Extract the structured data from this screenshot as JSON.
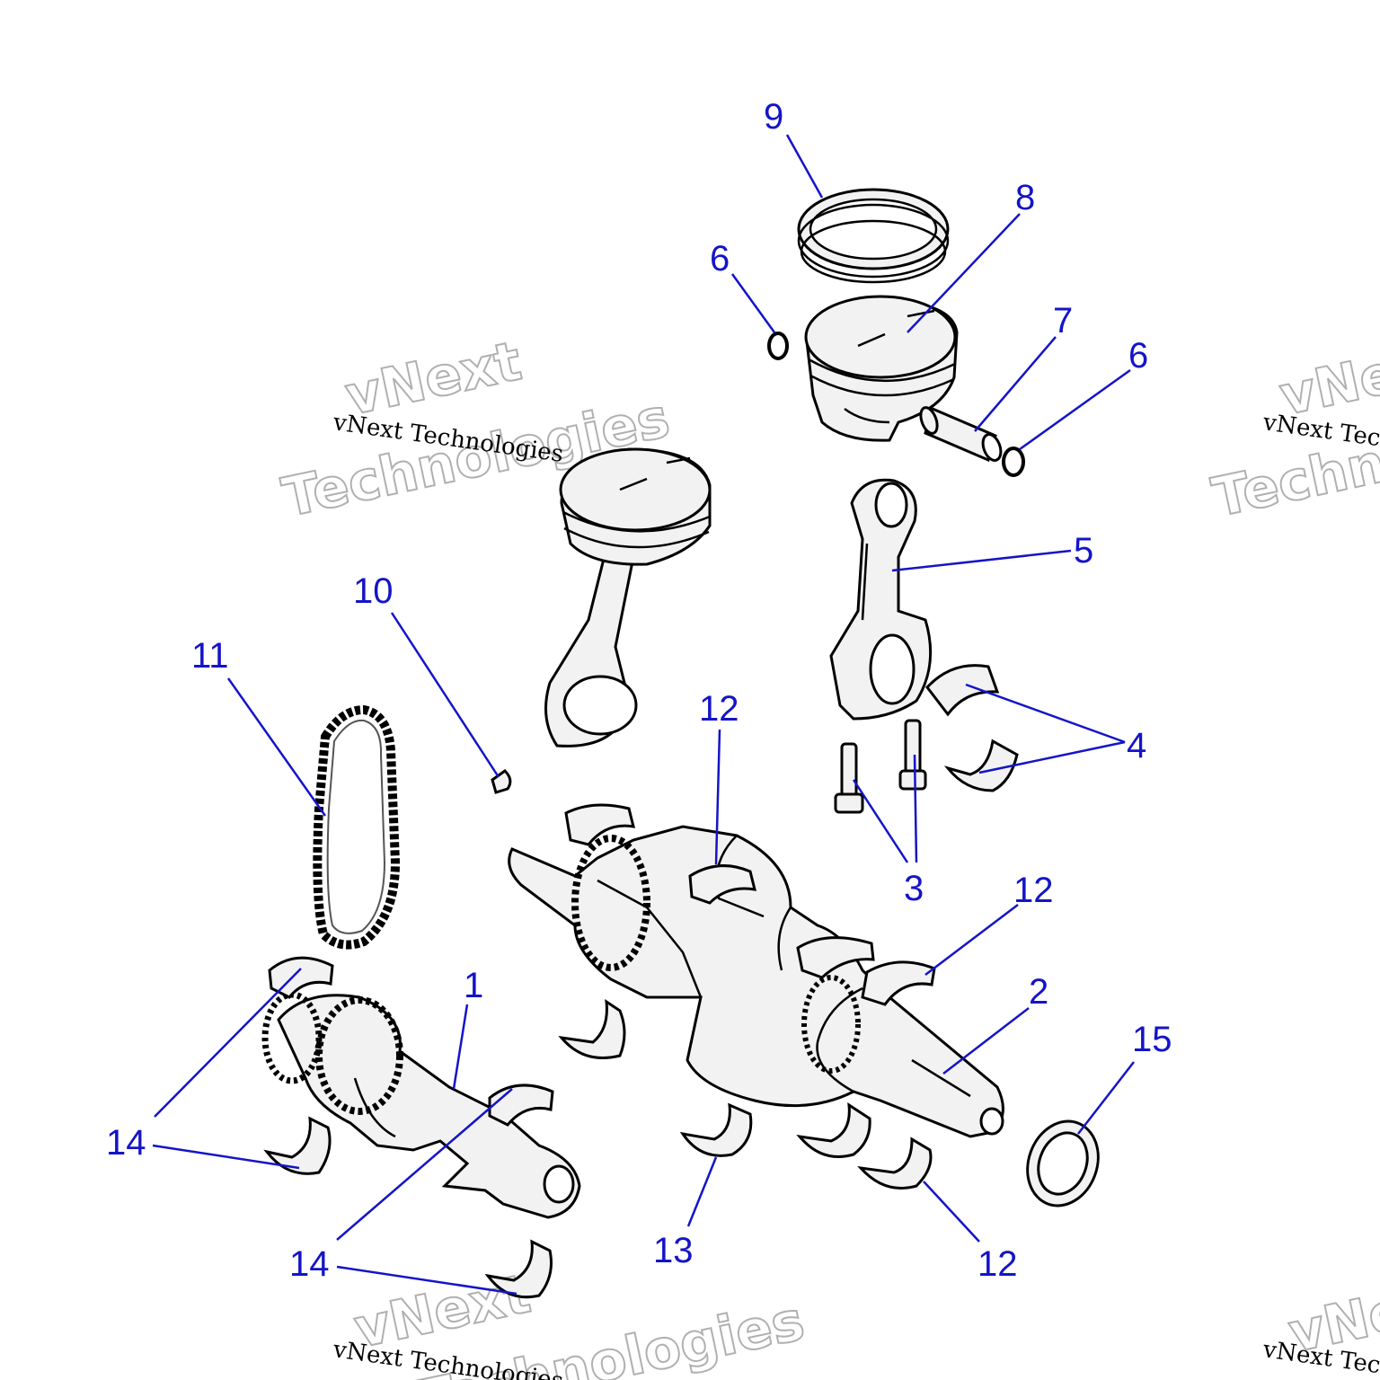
{
  "callouts": [
    {
      "id": "9",
      "label": "9"
    },
    {
      "id": "8",
      "label": "8"
    },
    {
      "id": "6a",
      "label": "6"
    },
    {
      "id": "7",
      "label": "7"
    },
    {
      "id": "6b",
      "label": "6"
    },
    {
      "id": "5",
      "label": "5"
    },
    {
      "id": "10",
      "label": "10"
    },
    {
      "id": "11",
      "label": "11"
    },
    {
      "id": "12a",
      "label": "12"
    },
    {
      "id": "4",
      "label": "4"
    },
    {
      "id": "3",
      "label": "3"
    },
    {
      "id": "12b",
      "label": "12"
    },
    {
      "id": "1",
      "label": "1"
    },
    {
      "id": "2",
      "label": "2"
    },
    {
      "id": "15",
      "label": "15"
    },
    {
      "id": "14a",
      "label": "14"
    },
    {
      "id": "14b",
      "label": "14"
    },
    {
      "id": "13",
      "label": "13"
    },
    {
      "id": "12c",
      "label": "12"
    }
  ],
  "watermark": {
    "small": "vNext Technologies",
    "big_line1": "vNext",
    "big_line2": "Technologies"
  },
  "colors": {
    "callout": "#1414c8",
    "line": "#000000",
    "fill": "#f2f2f2"
  }
}
